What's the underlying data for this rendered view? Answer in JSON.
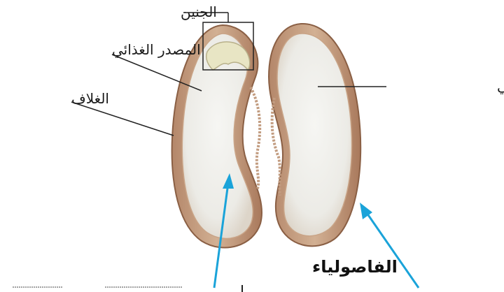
{
  "labels": {
    "embryo": "الجنين",
    "food_source_left": "المصدر الغذائي",
    "seed_coat": "الغلاف",
    "food_source_right": "المصدر الغذائي"
  },
  "caption": "الفاصولياء",
  "colors": {
    "arrow": "#1aa3d9",
    "leader": "#222222",
    "coat_outer": "#b98e6e",
    "coat_inner": "#d8b79b",
    "food_fill": "#eeeeea",
    "embryo_fill": "#e9e6c8"
  }
}
